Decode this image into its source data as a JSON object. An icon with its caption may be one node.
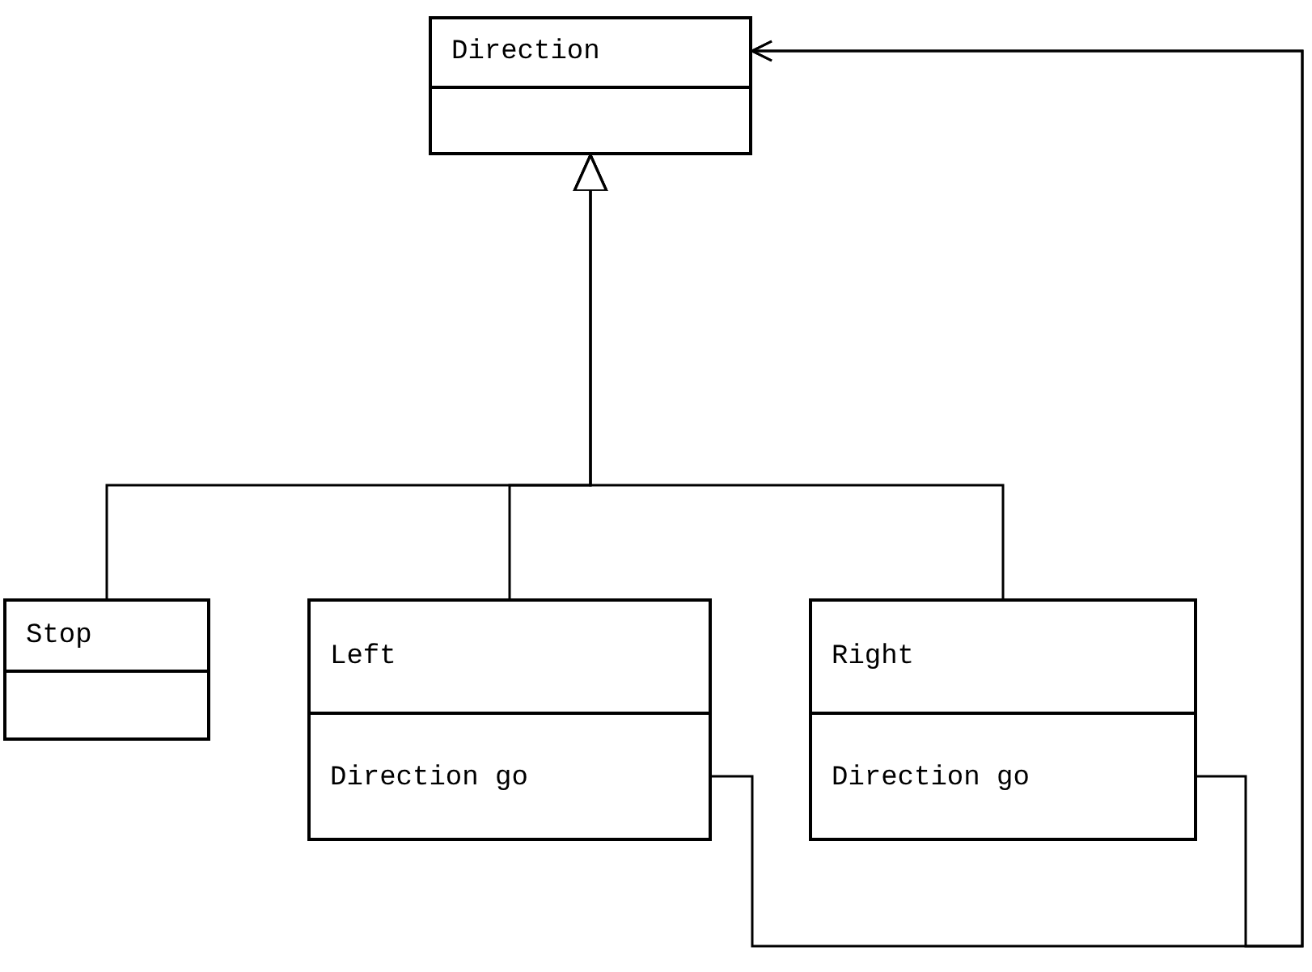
{
  "diagram": {
    "nodes": [
      {
        "text": [
          "Direction"
        ]
      },
      {
        "text": [
          "Stop"
        ]
      },
      {
        "text": [
          "Left",
          "Direction go"
        ]
      },
      {
        "text": [
          "Right",
          "Direction go"
        ]
      }
    ],
    "edges": [
      {
        "from": 1,
        "to": 0,
        "arrow": "to"
      },
      {
        "from": 2,
        "to": 0,
        "arrow": "to"
      },
      {
        "from": 3,
        "to": 0,
        "arrow": "to"
      },
      {
        "from": 2,
        "to": 0,
        "arrow": "to"
      },
      {
        "from": 3,
        "to": 0,
        "arrow": "to"
      }
    ]
  }
}
